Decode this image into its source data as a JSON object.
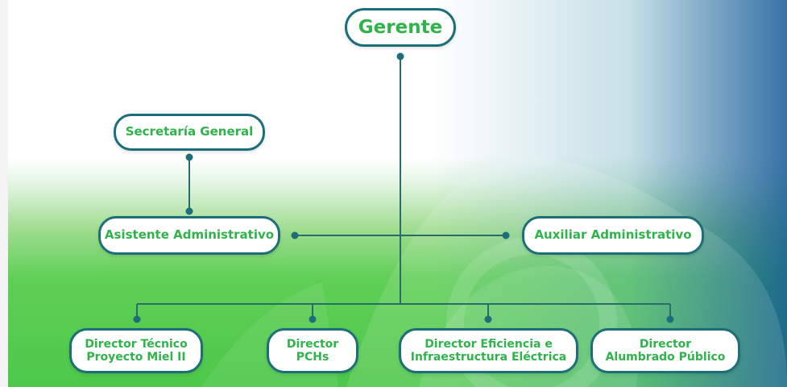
{
  "colors": {
    "node_border": "#1c6f78",
    "node_text": "#2fb34a",
    "connector_line": "#2a6b6b",
    "connector_dot": "#1c6f78",
    "background_green": "#4dc84a",
    "background_blue": "#14599a"
  },
  "org_chart": {
    "gerente": "Gerente",
    "secretaria": "Secretaría General",
    "asistente": "Asistente Administrativo",
    "auxiliar": "Auxiliar Administrativo",
    "directores": [
      {
        "line1": "Director Técnico",
        "line2": "Proyecto Miel II"
      },
      {
        "line1": "Director",
        "line2": "PCHs"
      },
      {
        "line1": "Director Eficiencia e",
        "line2": "Infraestructura Eléctrica"
      },
      {
        "line1": "Director",
        "line2": "Alumbrado Público"
      }
    ]
  }
}
